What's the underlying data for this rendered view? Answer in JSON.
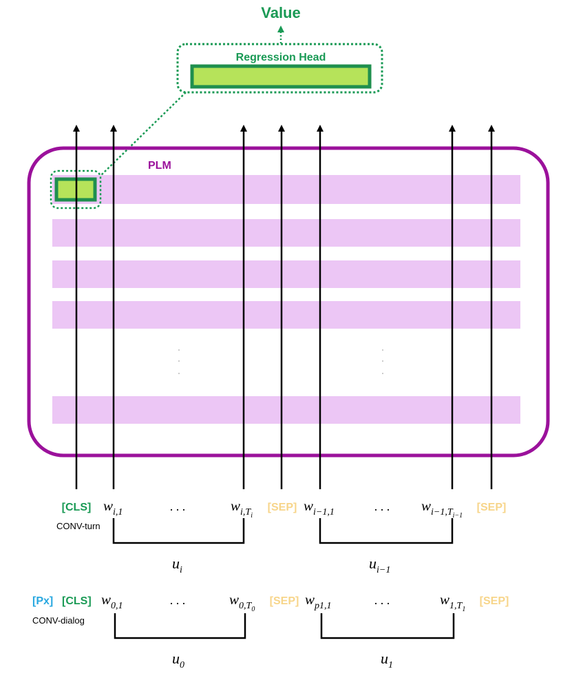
{
  "title": "Value",
  "regression_head": {
    "label": "Regression Head"
  },
  "model": {
    "label": "PLM"
  },
  "tokens": {
    "cls": "[CLS]",
    "sep": "[SEP]",
    "px": "[Px]",
    "dots": ". . ."
  },
  "turn_row": {
    "label": "CONV-turn",
    "w_i_first": {
      "base": "w",
      "sub": "i,1"
    },
    "w_i_last": {
      "base": "w",
      "sub": "i,T",
      "subsub": "i"
    },
    "w_prev_first": {
      "base": "w",
      "sub": "i−1,1"
    },
    "w_prev_last": {
      "base": "w",
      "sub": "i−1,T",
      "subsub": "i−1"
    },
    "u_i": {
      "base": "u",
      "sub": "i"
    },
    "u_prev": {
      "base": "u",
      "sub": "i−1"
    }
  },
  "dialog_row": {
    "label": "CONV-dialog",
    "w_0_first": {
      "base": "w",
      "sub": "0,1"
    },
    "w_0_last": {
      "base": "w",
      "sub": "0,T",
      "subsub": "0"
    },
    "w_1_first": {
      "base": "w",
      "sub": "p1,1"
    },
    "w_1_last": {
      "base": "w",
      "sub": "1,T",
      "subsub": "1"
    },
    "u_0": {
      "base": "u",
      "sub": "0"
    },
    "u_1": {
      "base": "u",
      "sub": "1"
    }
  },
  "colors": {
    "green": "#1a9a55",
    "head_fill": "#b6e35a",
    "head_border": "#1f8f4e",
    "plm_border": "#9b119b",
    "layer_fill": "#ecc6f5",
    "sep": "#f7d58a",
    "px": "#29a8e0",
    "black": "#000000"
  }
}
